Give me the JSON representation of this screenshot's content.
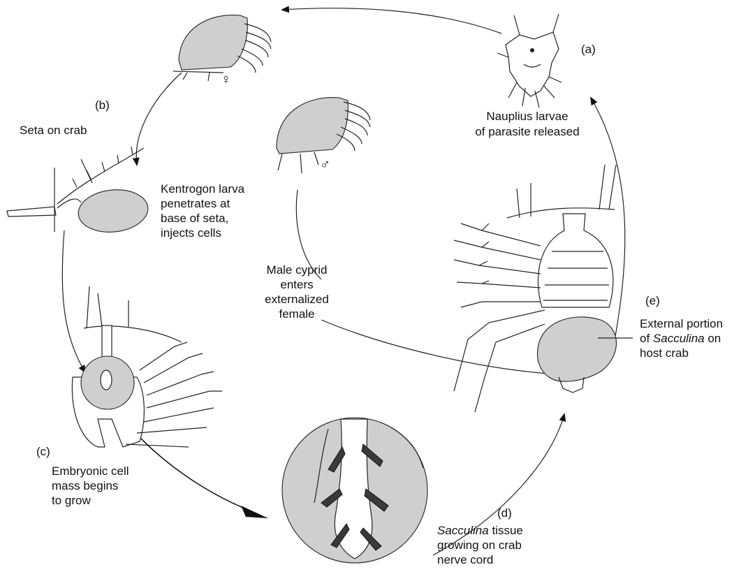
{
  "labels": {
    "a": "(a)",
    "a_desc_1": "Nauplius larvae",
    "a_desc_2": "of parasite released",
    "b": "(b)",
    "b_seta": "Seta on crab",
    "b_desc_1": "Kentrogon larva",
    "b_desc_2": "penetrates at",
    "b_desc_3": "base of seta,",
    "b_desc_4": "injects cells",
    "male_1": "Male cyprid",
    "male_2": "enters",
    "male_3": "externalized",
    "male_4": "female",
    "c": "(c)",
    "c_desc_1": "Embryonic cell",
    "c_desc_2": "mass begins",
    "c_desc_3": "to grow",
    "d": "(d)",
    "d_desc_1_italic": "Sacculina",
    "d_desc_1_rest": " tissue",
    "d_desc_2": "growing on crab",
    "d_desc_3": "nerve cord",
    "e": "(e)",
    "e_desc_1": "External portion",
    "e_desc_2_pre": "of ",
    "e_desc_2_italic": "Sacculina",
    "e_desc_2_post": " on",
    "e_desc_3": "host crab",
    "female_symbol": "♀",
    "male_symbol": "♂"
  }
}
